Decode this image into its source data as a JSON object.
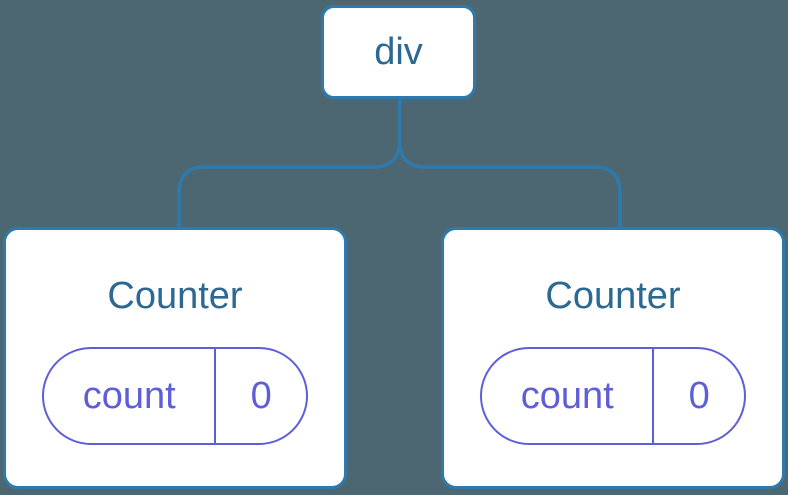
{
  "colors": {
    "background": "#4C6772",
    "line": "#2F7AAC",
    "heading": "#2C6992",
    "accent": "#5E5ED8",
    "card_bg": "#FFFFFF"
  },
  "tree": {
    "root": {
      "label": "div"
    },
    "children": [
      {
        "title": "Counter",
        "state": {
          "key": "count",
          "value": "0"
        }
      },
      {
        "title": "Counter",
        "state": {
          "key": "count",
          "value": "0"
        }
      }
    ]
  }
}
